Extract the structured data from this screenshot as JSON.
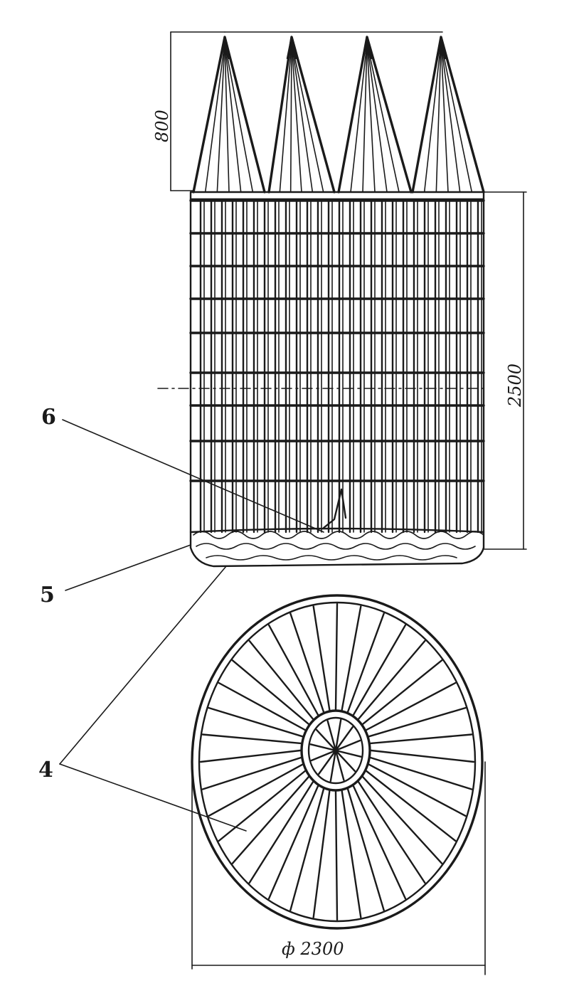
{
  "dimensions": {
    "cone_height": "800",
    "body_height": "2500",
    "diameter": "ф 2300"
  },
  "callouts": {
    "label_4": "4",
    "label_5": "5",
    "label_6": "6"
  },
  "colors": {
    "ink": "#1a1a1a",
    "paper": "#ffffff"
  }
}
